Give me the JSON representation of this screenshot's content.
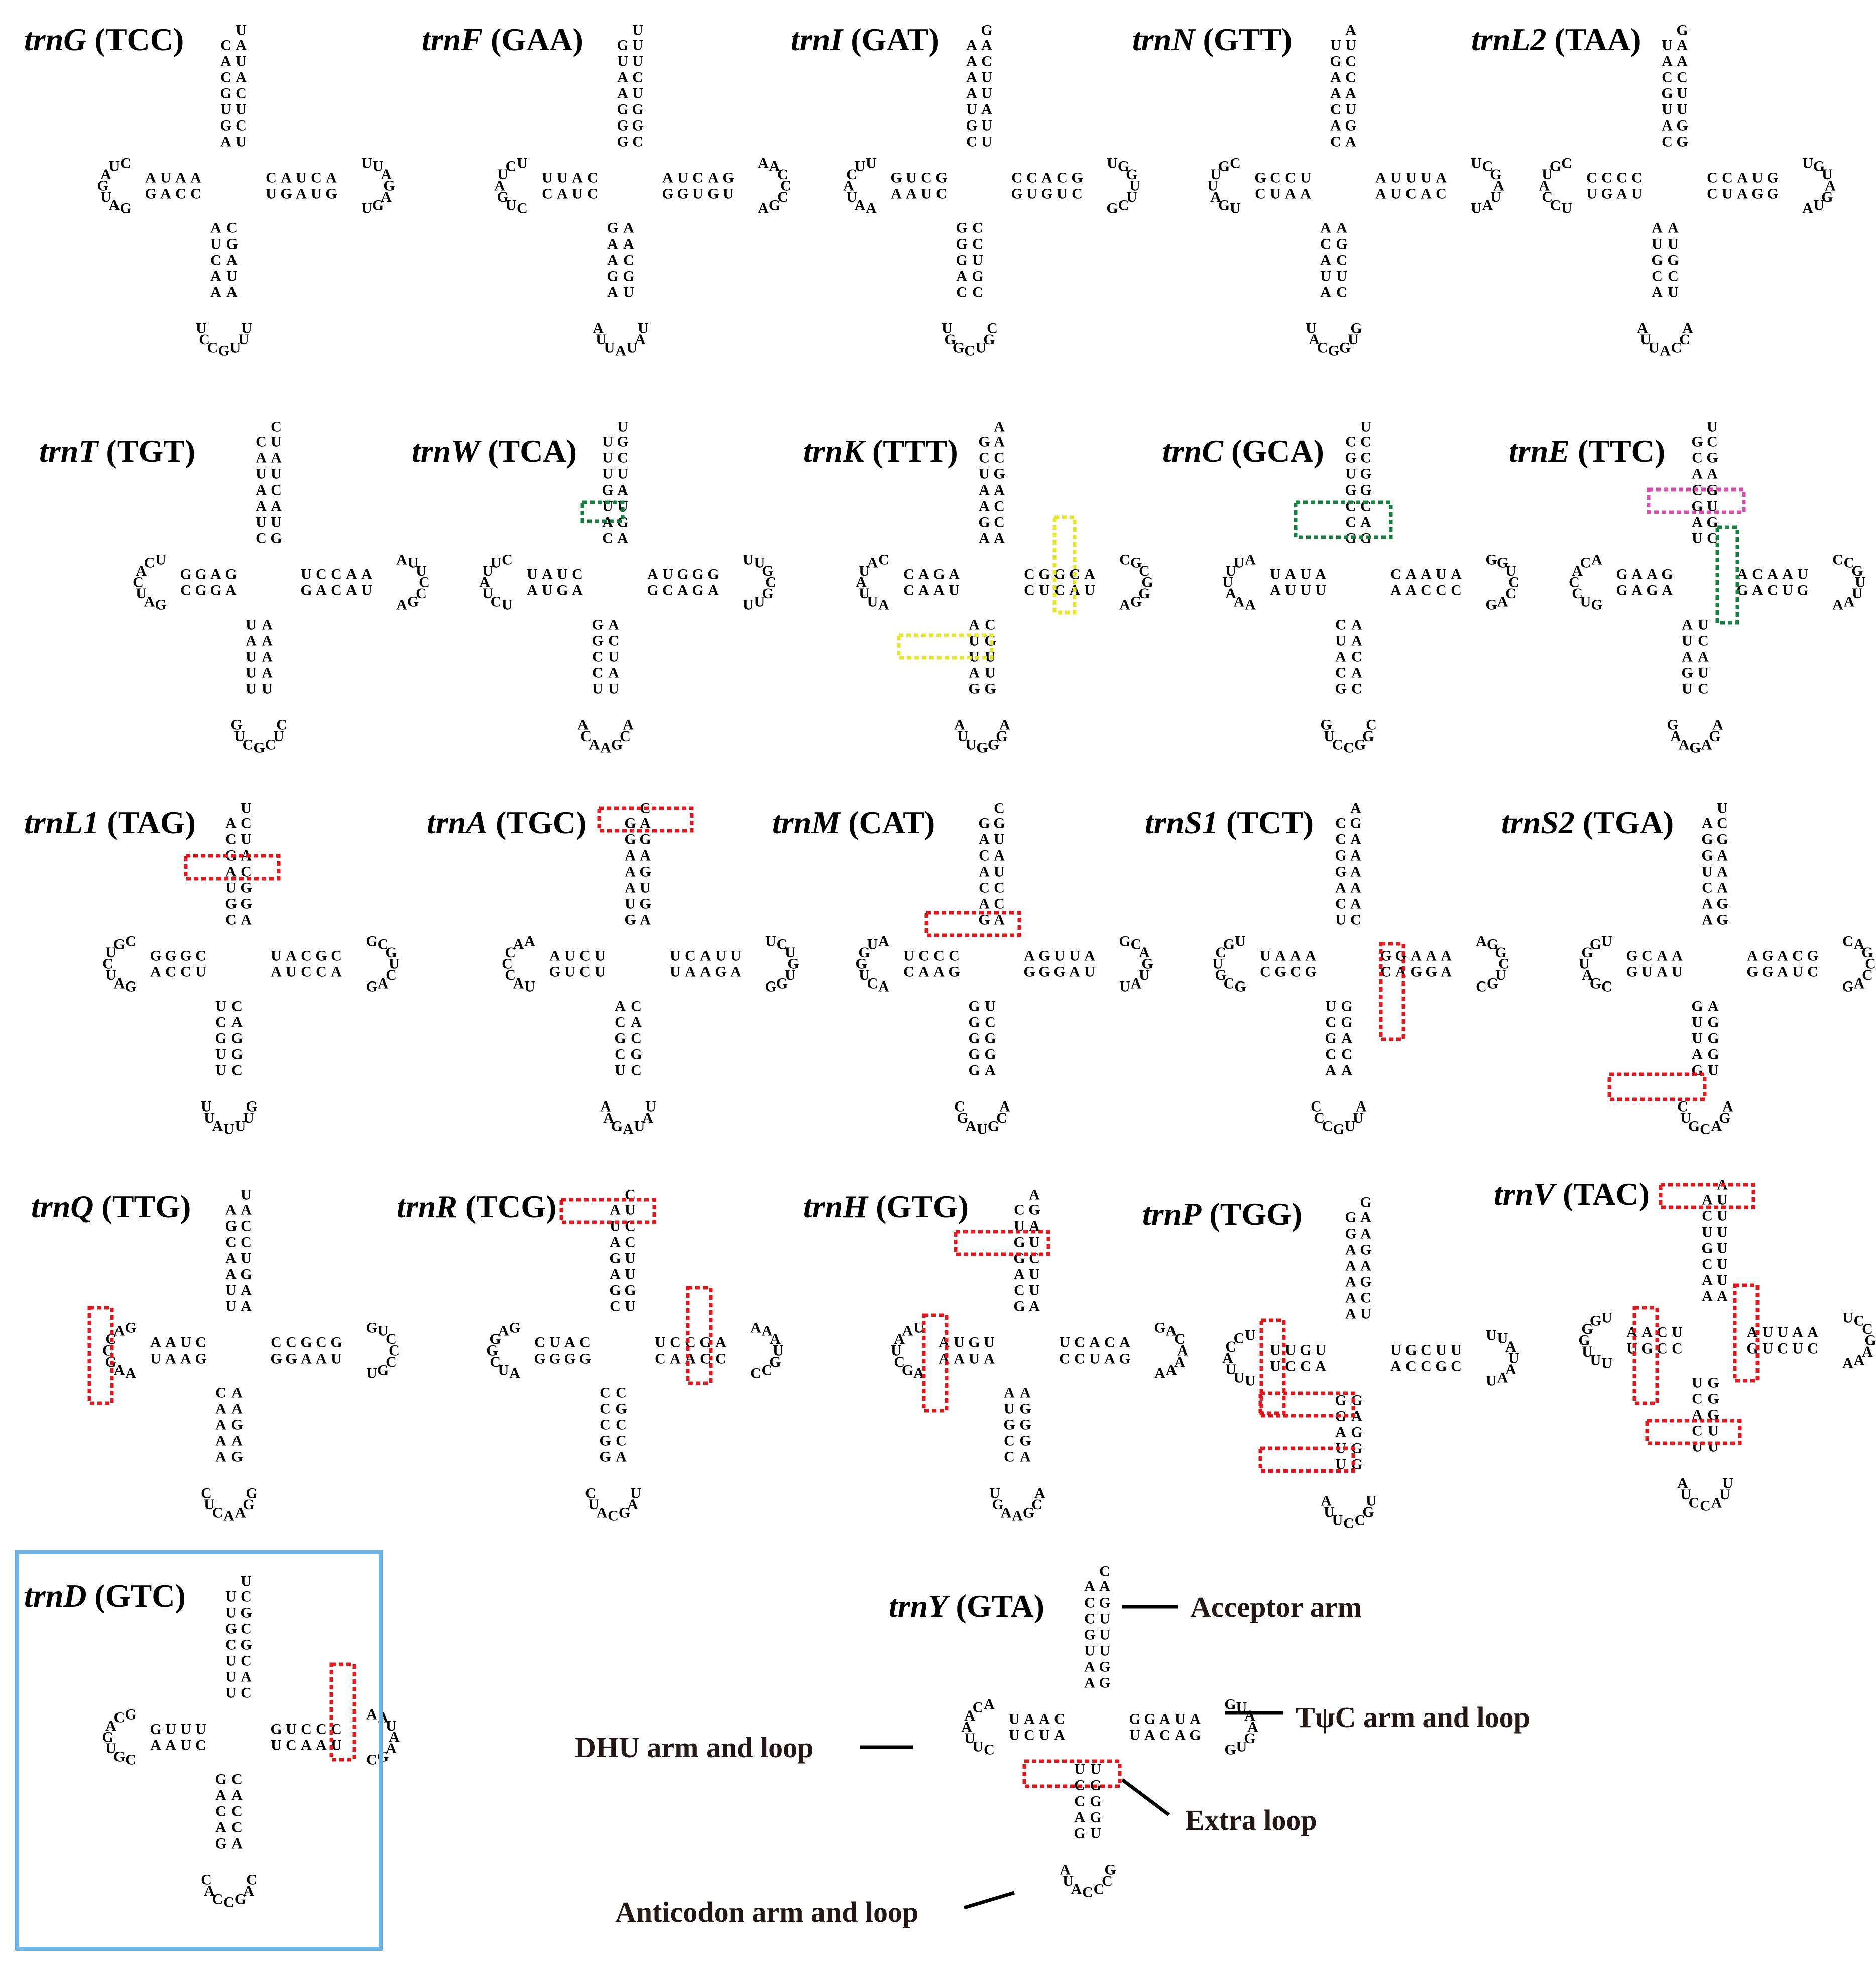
{
  "colors": {
    "mismatch": "#e8161b",
    "wobble": "#17803f",
    "wobble_yellow": "#e6e62a",
    "magenta": "#d94fb0",
    "frame": "#6cb4e6"
  },
  "trnas": [
    {
      "gene": "trnG",
      "anticodon": "(TCC)"
    },
    {
      "gene": "trnF",
      "anticodon": "(GAA)"
    },
    {
      "gene": "trnI",
      "anticodon": "(GAT)"
    },
    {
      "gene": "trnN",
      "anticodon": "(GTT)"
    },
    {
      "gene": "trnL2",
      "anticodon": "(TAA)"
    },
    {
      "gene": "trnT",
      "anticodon": "(TGT)"
    },
    {
      "gene": "trnW",
      "anticodon": "(TCA)"
    },
    {
      "gene": "trnK",
      "anticodon": "(TTT)"
    },
    {
      "gene": "trnC",
      "anticodon": "(GCA)"
    },
    {
      "gene": "trnE",
      "anticodon": "(TTC)"
    },
    {
      "gene": "trnL1",
      "anticodon": "(TAG)"
    },
    {
      "gene": "trnA",
      "anticodon": "(TGC)"
    },
    {
      "gene": "trnM",
      "anticodon": "(CAT)"
    },
    {
      "gene": "trnS1",
      "anticodon": "(TCT)"
    },
    {
      "gene": "trnS2",
      "anticodon": "(TGA)"
    },
    {
      "gene": "trnQ",
      "anticodon": "(TTG)"
    },
    {
      "gene": "trnR",
      "anticodon": "(TCG)"
    },
    {
      "gene": "trnH",
      "anticodon": "(GTG)"
    },
    {
      "gene": "trnP",
      "anticodon": "(TGG)"
    },
    {
      "gene": "trnV",
      "anticodon": "(TAC)"
    },
    {
      "gene": "trnD",
      "anticodon": "(GTC)"
    },
    {
      "gene": "trnY",
      "anticodon": "(GTA)"
    }
  ],
  "legend": {
    "acceptor": "Acceptor arm",
    "tpsic": "TψC arm and loop",
    "dhu": "DHU arm and loop",
    "extra": "Extra loop",
    "anticodon": "Anticodon arm and loop"
  }
}
